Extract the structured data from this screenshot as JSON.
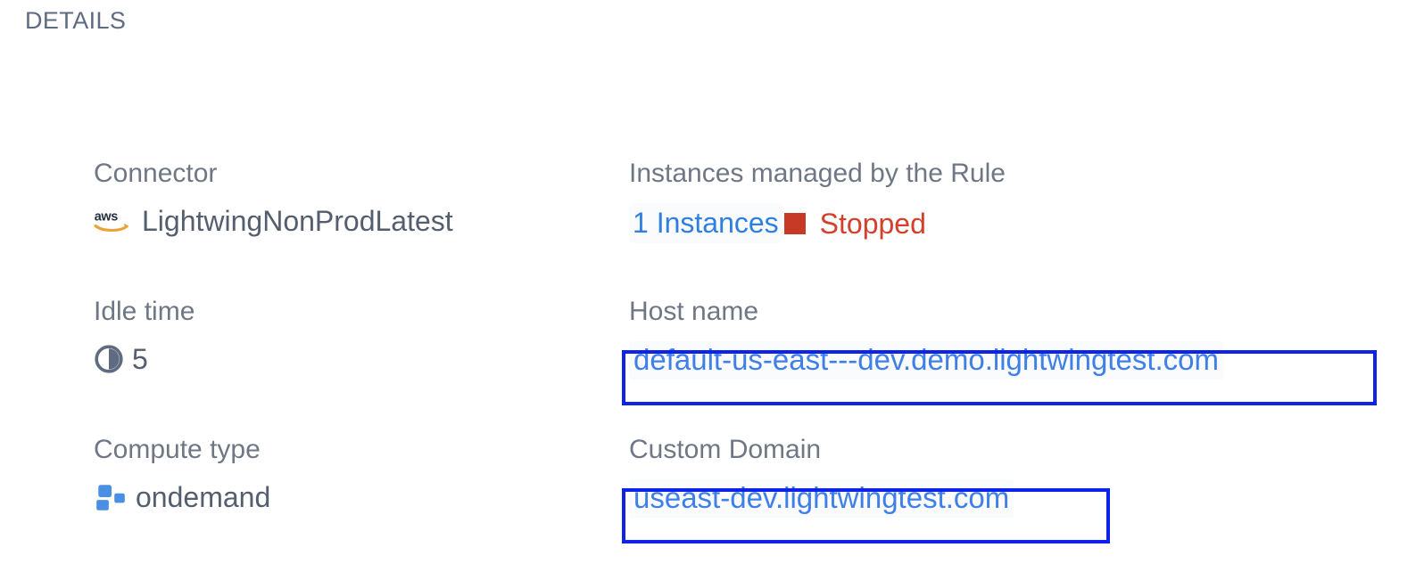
{
  "section": {
    "title": "DETAILS"
  },
  "colors": {
    "label": "#6f7785",
    "value": "#555e6e",
    "link": "#3f7fe8",
    "status_stopped": "#d4402b",
    "status_square": "#c73b26",
    "highlight_box": "#0d23e8",
    "compute_icon": "#4a90e2",
    "aws_orange": "#f0a135"
  },
  "fields": {
    "connector": {
      "label": "Connector",
      "value": "LightwingNonProdLatest",
      "icon": "aws-icon"
    },
    "instances": {
      "label": "Instances managed by the Rule",
      "count_label": "1 Instances",
      "status_label": "Stopped",
      "status_icon": "stopped-square-icon"
    },
    "idle_time": {
      "label": "Idle time",
      "value": "5",
      "icon": "clock-icon"
    },
    "host_name": {
      "label": "Host name",
      "value": "default-us-east---dev.demo.lightwingtest.com",
      "highlighted": "true"
    },
    "compute_type": {
      "label": "Compute type",
      "value": "ondemand",
      "icon": "compute-cluster-icon"
    },
    "custom_domain": {
      "label": "Custom Domain",
      "value": "useast-dev.lightwingtest.com",
      "highlighted": "true"
    }
  }
}
